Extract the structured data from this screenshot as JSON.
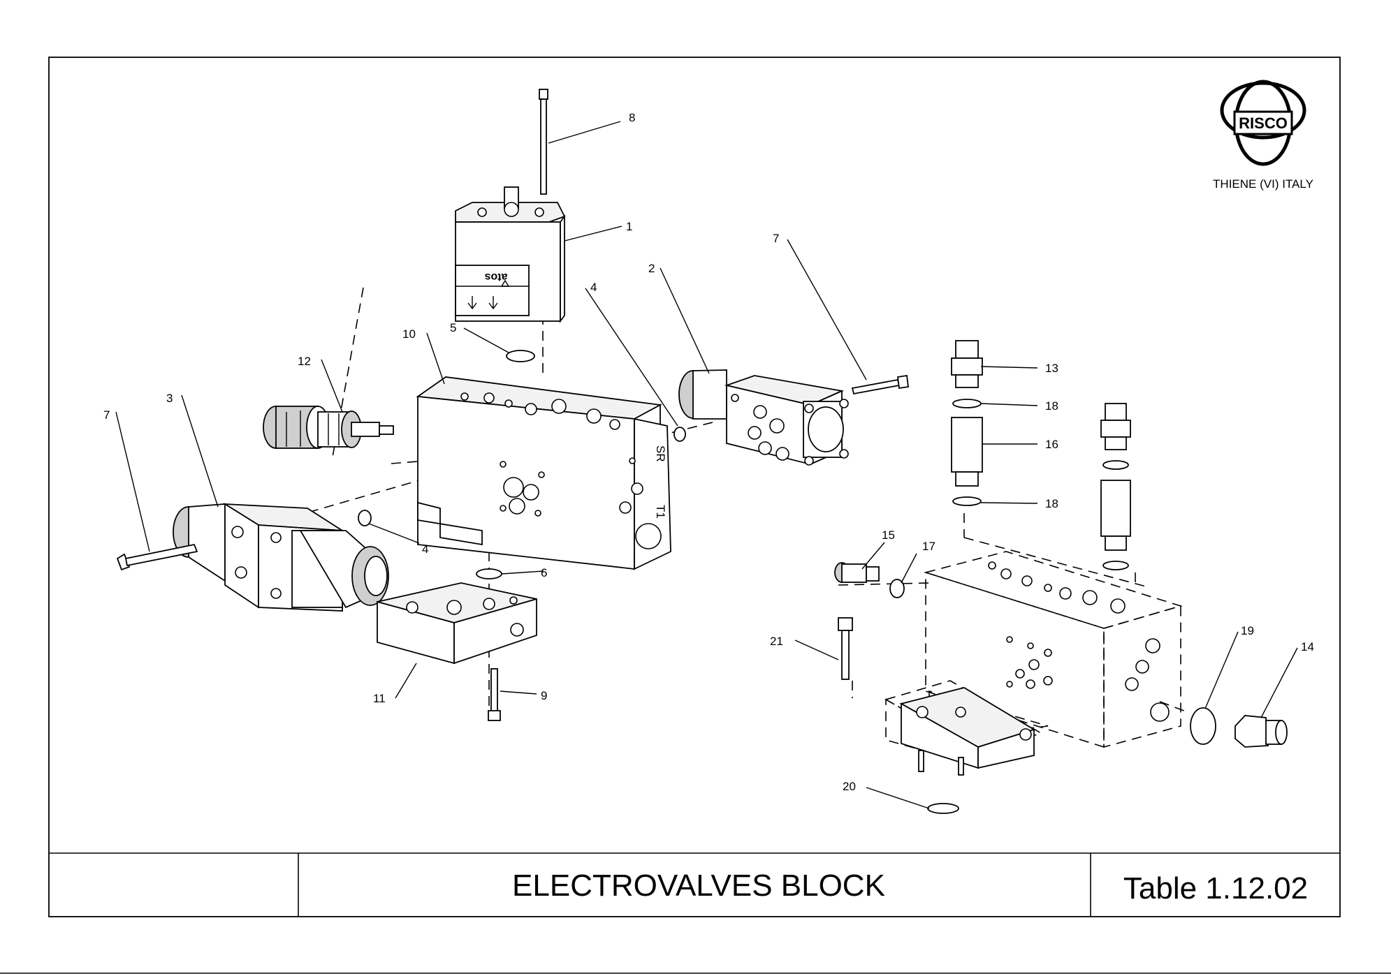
{
  "drawing": {
    "title": "ELECTROVALVES BLOCK",
    "table_ref": "Table 1.12.02",
    "company_logo": "RISCO",
    "location": "THIENE (VI) ITALY",
    "valve_brand": "atos",
    "port_labels": [
      "SR",
      "T1"
    ]
  },
  "callouts": [
    {
      "id": "c8",
      "label": "8"
    },
    {
      "id": "c1",
      "label": "1"
    },
    {
      "id": "c2",
      "label": "2"
    },
    {
      "id": "c7a",
      "label": "7"
    },
    {
      "id": "c4a",
      "label": "4"
    },
    {
      "id": "c5",
      "label": "5"
    },
    {
      "id": "c10",
      "label": "10"
    },
    {
      "id": "c12",
      "label": "12"
    },
    {
      "id": "c3",
      "label": "3"
    },
    {
      "id": "c7b",
      "label": "7"
    },
    {
      "id": "c4b",
      "label": "4"
    },
    {
      "id": "c6",
      "label": "6"
    },
    {
      "id": "c11",
      "label": "11"
    },
    {
      "id": "c9",
      "label": "9"
    },
    {
      "id": "c13",
      "label": "13"
    },
    {
      "id": "c18a",
      "label": "18"
    },
    {
      "id": "c16",
      "label": "16"
    },
    {
      "id": "c18b",
      "label": "18"
    },
    {
      "id": "c15",
      "label": "15"
    },
    {
      "id": "c17",
      "label": "17"
    },
    {
      "id": "c21",
      "label": "21"
    },
    {
      "id": "c19",
      "label": "19"
    },
    {
      "id": "c14",
      "label": "14"
    },
    {
      "id": "c20",
      "label": "20"
    }
  ]
}
